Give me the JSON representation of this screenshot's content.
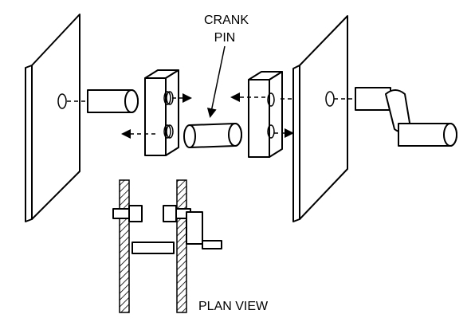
{
  "labels": {
    "crank_pin_line1": "CRANK",
    "crank_pin_line2": "PIN",
    "plan_view": "PLAN VIEW"
  },
  "colors": {
    "ink": "#000000",
    "background": "#ffffff"
  }
}
